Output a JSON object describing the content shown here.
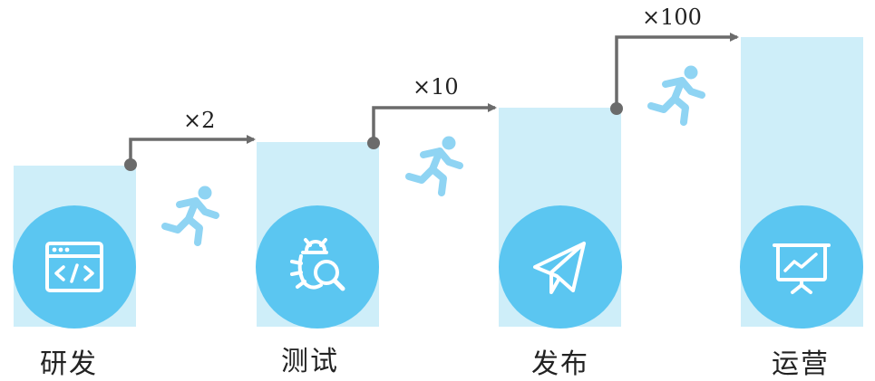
{
  "steps": [
    {
      "label": "研发",
      "icon": "code-window-icon"
    },
    {
      "label": "测试",
      "icon": "bug-search-icon"
    },
    {
      "label": "发布",
      "icon": "paper-plane-icon"
    },
    {
      "label": "运营",
      "icon": "presentation-chart-icon"
    }
  ],
  "multipliers": [
    "×2",
    "×10",
    "×100"
  ],
  "colors": {
    "bar": "#ceeef9",
    "circle": "#5bc6f1",
    "runner": "#8fd4f3",
    "connector": "#6b6b6b"
  }
}
